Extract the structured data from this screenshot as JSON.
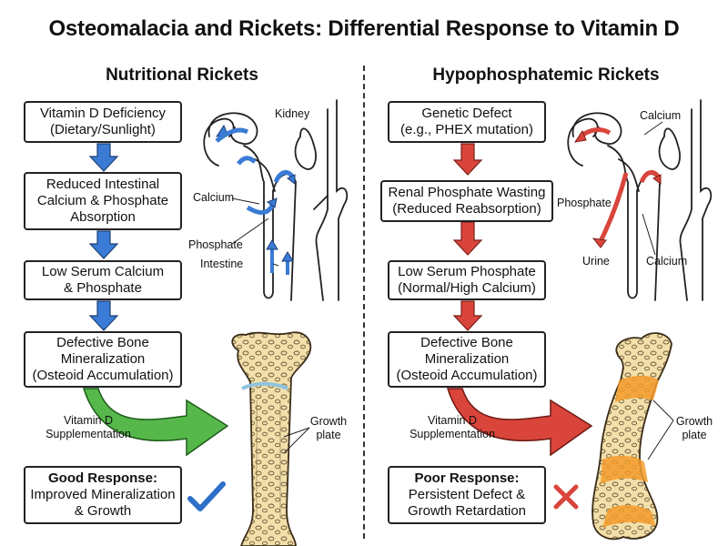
{
  "title": "Osteomalacia and Rickets: Differential Response to Vitamin D",
  "left": {
    "heading": "Nutritional Rickets",
    "steps": [
      [
        "Vitamin D Deficiency",
        "(Dietary/Sunlight)"
      ],
      [
        "Reduced Intestinal",
        "Calcium & Phosphate",
        "Absorption"
      ],
      [
        "Low Serum Calcium",
        "& Phosphate"
      ],
      [
        "Defective Bone",
        "Mineralization",
        "(Osteoid Accumulation)"
      ]
    ],
    "supplementation": [
      "Vitamin D",
      "Supplementation"
    ],
    "outcome": {
      "heading": "Good Response:",
      "lines": [
        "Improved Mineralization",
        "& Growth"
      ]
    },
    "diagram_labels": {
      "kidney": "Kidney",
      "calcium": "Calcium",
      "phosphate": "Phosphate",
      "intestine": "Intestine"
    },
    "bone_label": [
      "Growth",
      "plate"
    ],
    "result_icon": "checkmark-icon",
    "accent": "#3a7bd5",
    "supp_arrow_color": "#4caf50"
  },
  "right": {
    "heading": "Hypophosphatemic Rickets",
    "steps": [
      [
        "Genetic Defect",
        "(e.g., PHEX mutation)"
      ],
      [
        "Renal Phosphate Wasting",
        "(Reduced Reabsorption)"
      ],
      [
        "Low Serum Phosphate",
        "(Normal/High Calcium)"
      ],
      [
        "Defective Bone",
        "Mineralization",
        "(Osteoid Accumulation)"
      ]
    ],
    "supplementation": [
      "Vitamin D",
      "Supplementation"
    ],
    "outcome": {
      "heading": "Poor Response:",
      "lines": [
        "Persistent Defect &",
        "Growth Retardation"
      ]
    },
    "diagram_labels": {
      "calcium_top": "Calcium",
      "phosphate": "Phosphate",
      "urine": "Urine",
      "calcium_bottom": "Calcium"
    },
    "bone_label": [
      "Growth",
      "plate"
    ],
    "result_icon": "cross-icon",
    "accent": "#d9453b",
    "supp_arrow_color": "#d9453b"
  }
}
